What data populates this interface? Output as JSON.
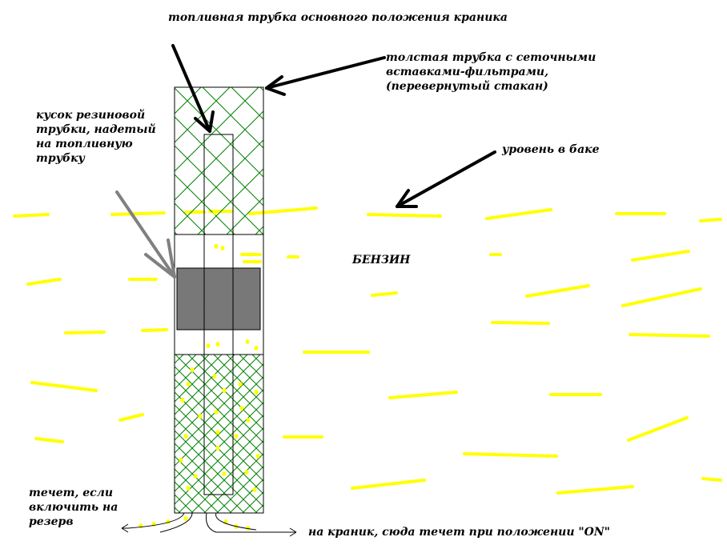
{
  "labels": {
    "fuel_tube": "топливная трубка основного положения краника",
    "thick_tube_1": "толстая трубка с сеточными",
    "thick_tube_2": "вставками-фильтрами,",
    "thick_tube_3": "(перевернутый стакан)",
    "rubber_1": "кусок резиновой",
    "rubber_2": "трубки, надетый",
    "rubber_3": "на топливную",
    "rubber_4": "трубку",
    "tank_level": "уровень в баке",
    "petrol": "БЕНЗИН",
    "reserve_1": "течет, если",
    "reserve_2": "включить на",
    "reserve_3": "резерв",
    "on_flow": "на краник, сюда течет при положении \"ON\""
  },
  "colors": {
    "petrol": "#ffff00",
    "mesh": "#008000",
    "rubber": "#808080"
  }
}
